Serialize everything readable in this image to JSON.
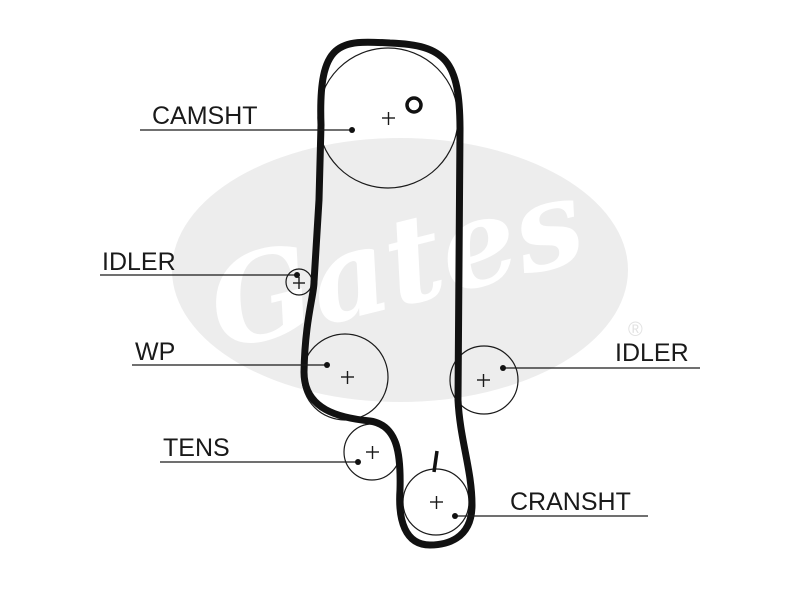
{
  "watermark": {
    "text": "Gates",
    "symbol": "®",
    "color": "#ececec"
  },
  "labels": {
    "camshaft": "CAMSHT",
    "idler_left": "IDLER",
    "water_pump": "WP",
    "idler_right": "IDLER",
    "tensioner": "TENS",
    "crankshaft": "CRANSHT"
  },
  "colors": {
    "line": "#1a1a1a",
    "belt": "#111111",
    "watermark": "#ececec"
  }
}
